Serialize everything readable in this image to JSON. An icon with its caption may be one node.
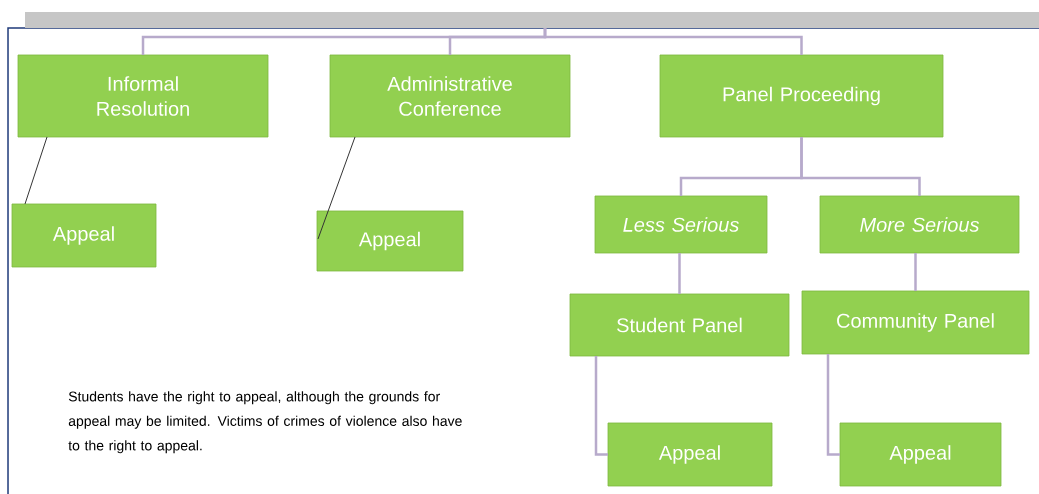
{
  "diagram": {
    "nodes": [
      {
        "text": [
          "Informal Resolution"
        ]
      },
      {
        "text": [
          "Administrative Conference"
        ]
      },
      {
        "text": [
          "Panel Proceeding"
        ]
      },
      {
        "text": [
          "Appeal"
        ]
      },
      {
        "text": [
          "Appeal"
        ]
      },
      {
        "text": [
          "Less Serious"
        ]
      },
      {
        "text": [
          "More Serious"
        ]
      },
      {
        "text": [
          "Student Panel"
        ]
      },
      {
        "text": [
          "Community Panel"
        ]
      },
      {
        "text": [
          "Appeal"
        ]
      },
      {
        "text": [
          "Appeal"
        ]
      },
      {
        "text": [],
        "shape": "bar"
      }
    ],
    "edges": [
      {
        "from": 11,
        "to": 0,
        "arrow": "none"
      },
      {
        "from": 11,
        "to": 1,
        "arrow": "none"
      },
      {
        "from": 11,
        "to": 2,
        "arrow": "none"
      },
      {
        "from": 0,
        "to": 3,
        "arrow": "none",
        "color": "#333333"
      },
      {
        "from": 1,
        "to": 4,
        "arrow": "none",
        "color": "#333333"
      },
      {
        "from": 2,
        "to": 5,
        "arrow": "none"
      },
      {
        "from": 2,
        "to": 6,
        "arrow": "none"
      },
      {
        "from": 5,
        "to": 7,
        "arrow": "none"
      },
      {
        "from": 6,
        "to": 8,
        "arrow": "none"
      },
      {
        "from": 7,
        "to": 9,
        "arrow": "none"
      },
      {
        "from": 8,
        "to": 10,
        "arrow": "none"
      }
    ],
    "labels": [
      "Students have the right to appeal, although the grounds for appeal may be limited. Victims of crimes of violence also have to the right to appeal."
    ]
  }
}
